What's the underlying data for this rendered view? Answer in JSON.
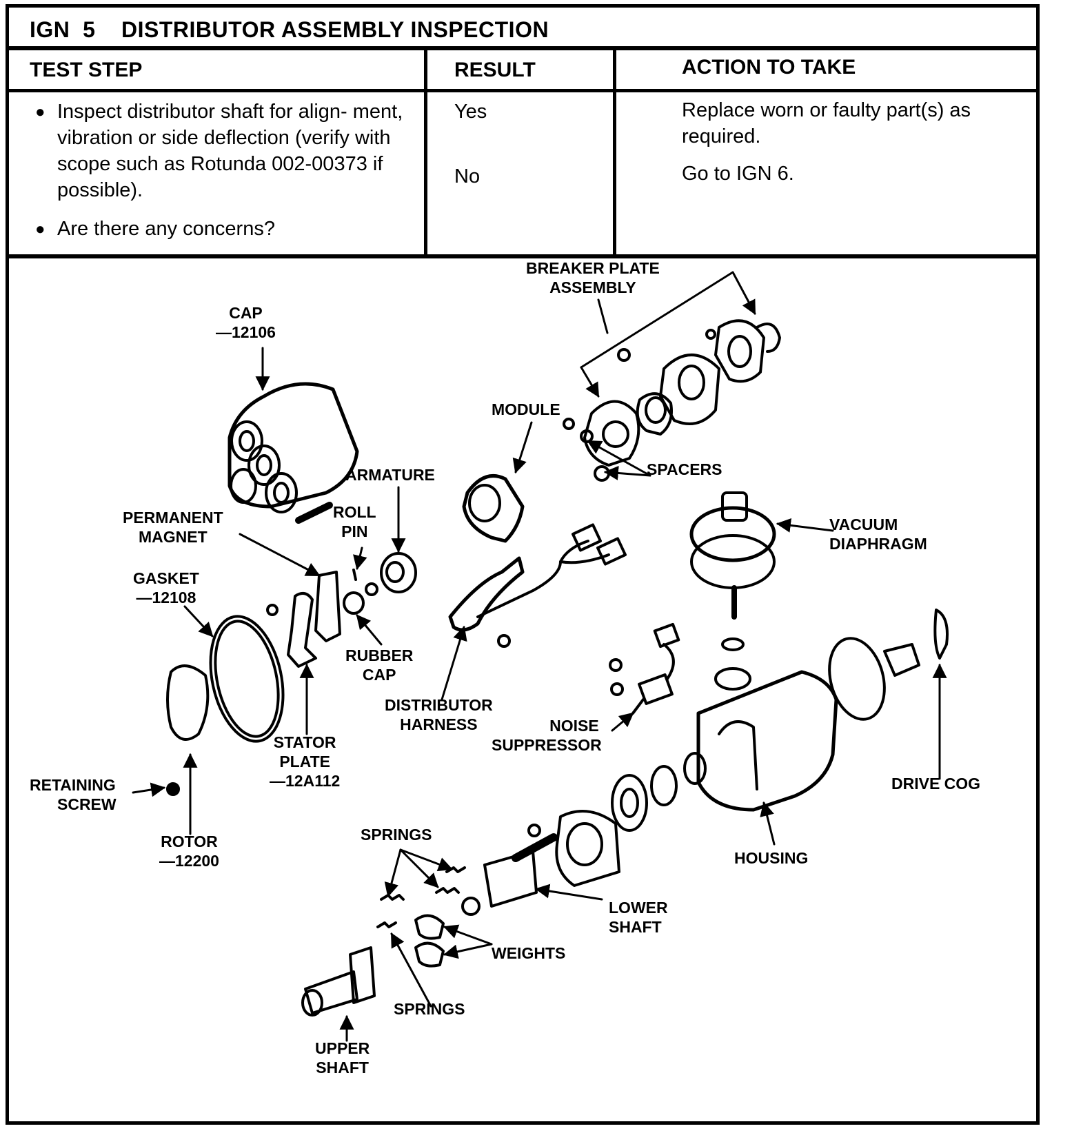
{
  "header": {
    "title": "IGN  5    DISTRIBUTOR ASSEMBLY INSPECTION"
  },
  "table": {
    "columns": [
      "TEST STEP",
      "RESULT",
      "ACTION TO TAKE"
    ],
    "test_steps": [
      "Inspect distributor shaft for align- ment, vibration or side deflection (verify with scope such as Rotunda 002-00373 if possible).",
      "Are there any concerns?"
    ],
    "rows": [
      {
        "result": "Yes",
        "action": "Replace worn or faulty part(s) as required."
      },
      {
        "result": "No",
        "action": "Go to IGN 6."
      }
    ]
  },
  "diagram": {
    "labels": {
      "breaker_plate_1": "BREAKER PLATE",
      "breaker_plate_2": "ASSEMBLY",
      "cap_1": "CAP",
      "cap_2": "—12106",
      "module": "MODULE",
      "armature": "ARMATURE",
      "spacers": "SPACERS",
      "roll_pin_1": "ROLL",
      "roll_pin_2": "PIN",
      "permanent_magnet_1": "PERMANENT",
      "permanent_magnet_2": "MAGNET",
      "vacuum_diaphragm_1": "VACUUM",
      "vacuum_diaphragm_2": "DIAPHRAGM",
      "gasket_1": "GASKET",
      "gasket_2": "—12108",
      "rubber_cap_1": "RUBBER",
      "rubber_cap_2": "CAP",
      "distributor_harness_1": "DISTRIBUTOR",
      "distributor_harness_2": "HARNESS",
      "noise_suppressor_1": "NOISE",
      "noise_suppressor_2": "SUPPRESSOR",
      "stator_plate_1": "STATOR",
      "stator_plate_2": "PLATE",
      "stator_plate_3": "—12A112",
      "retaining_screw_1": "RETAINING",
      "retaining_screw_2": "SCREW",
      "drive_cog": "DRIVE COG",
      "rotor_1": "ROTOR",
      "rotor_2": "—12200",
      "springs_top": "SPRINGS",
      "housing": "HOUSING",
      "lower_shaft_1": "LOWER",
      "lower_shaft_2": "SHAFT",
      "weights": "WEIGHTS",
      "springs_bottom": "SPRINGS",
      "upper_shaft_1": "UPPER",
      "upper_shaft_2": "SHAFT"
    }
  }
}
